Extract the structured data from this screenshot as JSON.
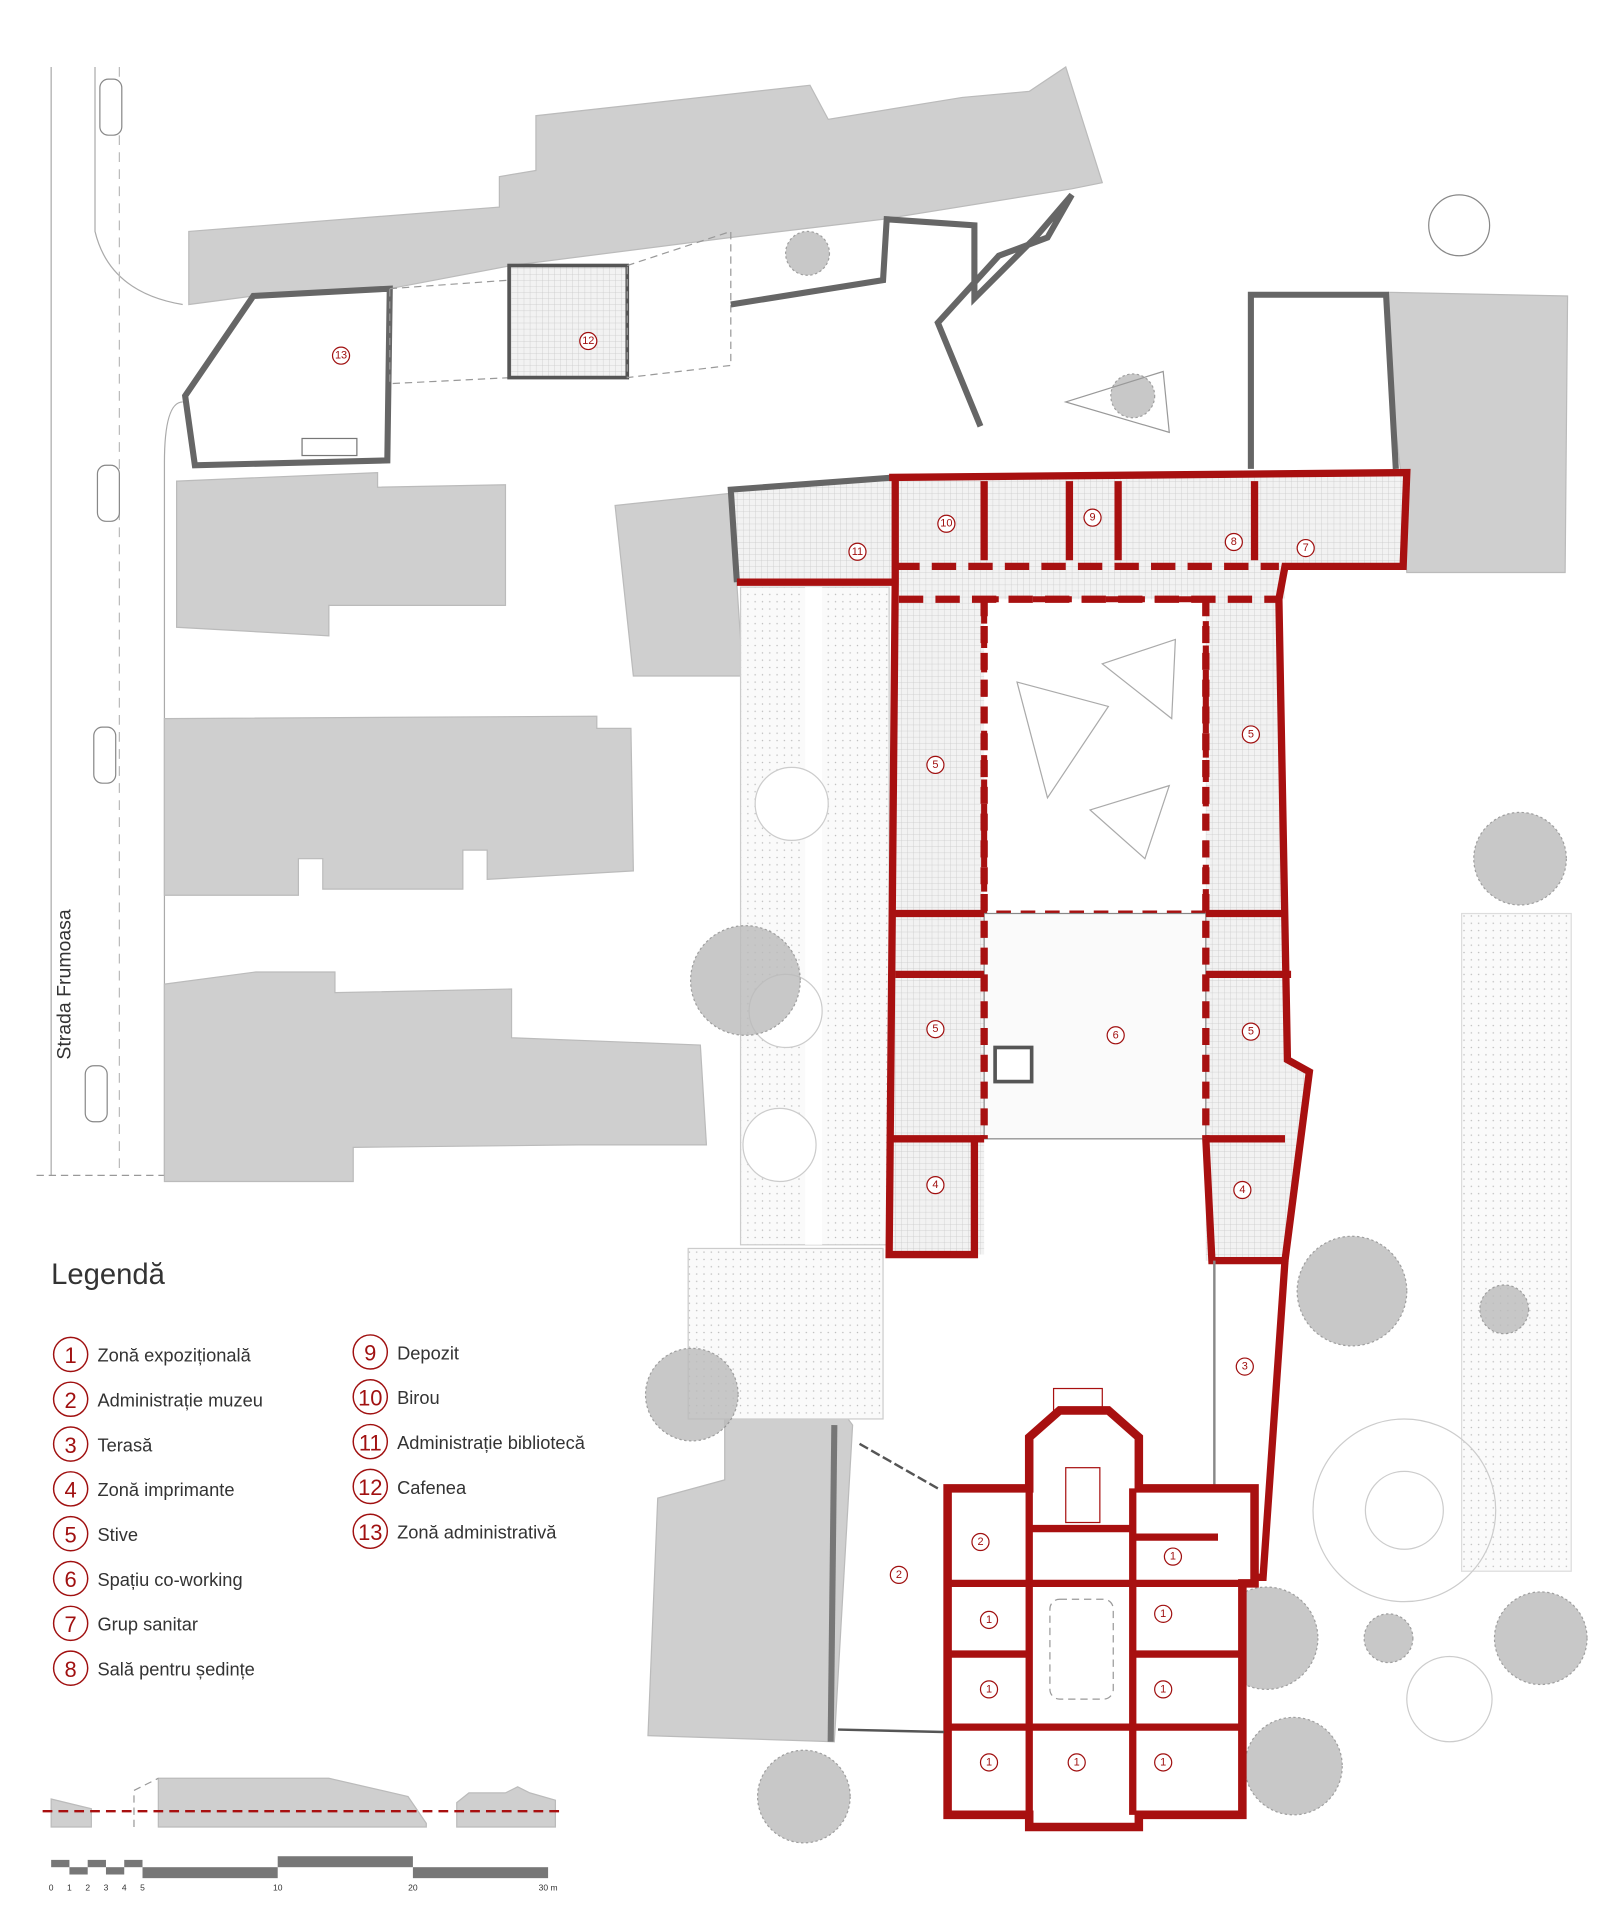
{
  "street": {
    "name": "Strada Frumoasa"
  },
  "room_markers": {
    "r13": "13",
    "r12": "12",
    "r11": "11",
    "r10": "10",
    "r9": "9",
    "r8": "8",
    "r7": "7",
    "r5": "5",
    "r6": "6",
    "r4": "4",
    "r3": "3",
    "r2": "2",
    "r1": "1"
  },
  "legend": {
    "title": "Legendă",
    "items": [
      {
        "num": "1",
        "label": "Zonă expozițională"
      },
      {
        "num": "2",
        "label": "Administrație muzeu"
      },
      {
        "num": "3",
        "label": "Terasă"
      },
      {
        "num": "4",
        "label": "Zonă imprimante"
      },
      {
        "num": "5",
        "label": "Stive"
      },
      {
        "num": "6",
        "label": "Spațiu co-working"
      },
      {
        "num": "7",
        "label": "Grup sanitar"
      },
      {
        "num": "8",
        "label": "Sală pentru ședințe"
      },
      {
        "num": "9",
        "label": "Depozit"
      },
      {
        "num": "10",
        "label": "Birou"
      },
      {
        "num": "11",
        "label": "Administrație bibliotecă"
      },
      {
        "num": "12",
        "label": "Cafenea"
      },
      {
        "num": "13",
        "label": "Zonă administrativă"
      }
    ]
  },
  "scale_bar": {
    "ticks": [
      "0",
      "1",
      "2",
      "3",
      "4",
      "5",
      "10",
      "20",
      "30 m"
    ]
  },
  "colors": {
    "wall": "#a81010",
    "building": "#cfcfcf",
    "marker": "#a01010"
  }
}
